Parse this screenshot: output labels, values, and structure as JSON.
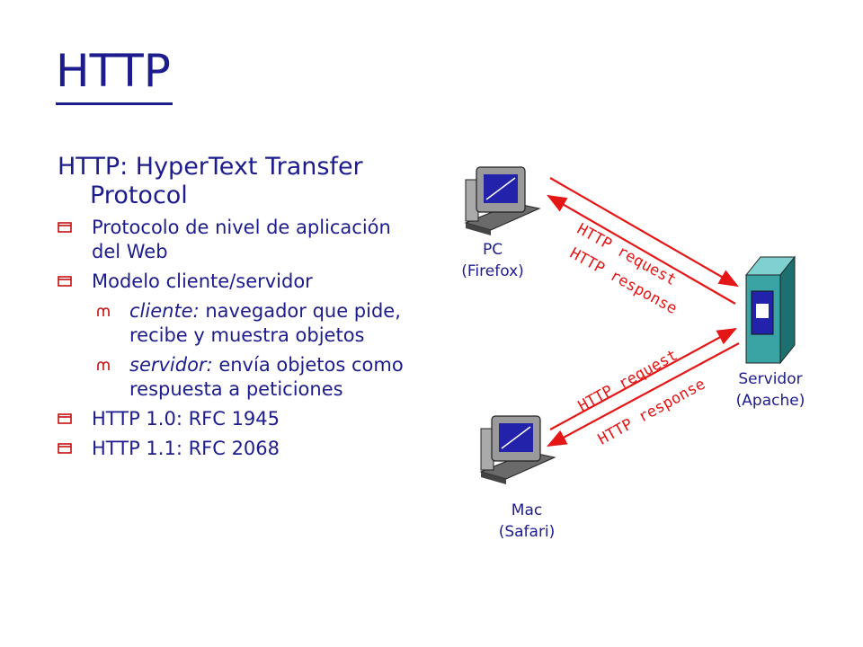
{
  "slide": {
    "title": "HTTP"
  },
  "content": {
    "heading": "HTTP: HyperText Transfer Protocol",
    "bullets": [
      {
        "text": "Protocolo de nivel de aplicación del Web"
      },
      {
        "text": "Modelo cliente/servidor"
      },
      {
        "text": "HTTP 1.0: RFC 1945"
      },
      {
        "text": "HTTP 1.1: RFC 2068"
      }
    ],
    "subbullets": [
      {
        "term": "cliente:",
        "text": " navegador que pide, recibe y muestra objetos"
      },
      {
        "term": "servidor:",
        "text": " envía objetos como respuesta a peticiones"
      }
    ]
  },
  "diagram": {
    "pc_label_1": "PC",
    "pc_label_2": "(Firefox)",
    "mac_label_1": "Mac",
    "mac_label_2": "(Safari)",
    "server_label_1": "Servidor",
    "server_label_2": "(Apache)",
    "top_request": "HTTP request",
    "top_response": "HTTP response",
    "bottom_request": "HTTP request",
    "bottom_response": "HTTP response",
    "colors": {
      "text": "#1c1c8c",
      "arrow": "#e41616",
      "server": "#3aa3a3",
      "screen": "#2222aa"
    }
  }
}
